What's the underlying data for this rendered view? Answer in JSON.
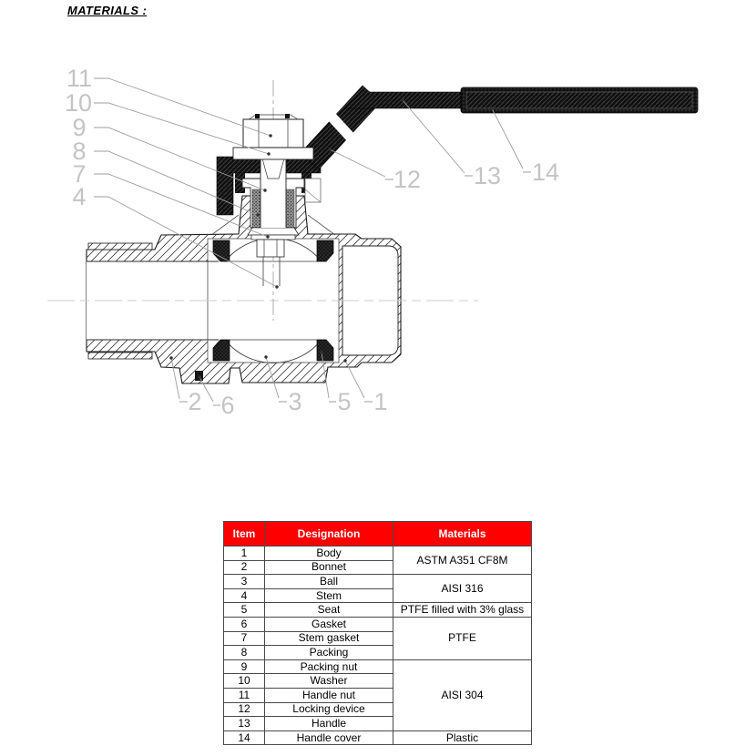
{
  "page": {
    "title": "MATERIALS :"
  },
  "drawing": {
    "callouts": {
      "c1": "1",
      "c2": "2",
      "c3": "3",
      "c4": "4",
      "c5": "5",
      "c6": "6",
      "c7": "7",
      "c8": "8",
      "c9": "9",
      "c10": "10",
      "c11": "11",
      "c12": "12",
      "c13": "13",
      "c14": "14"
    }
  },
  "table": {
    "headers": [
      "Item",
      "Designation",
      "Materials"
    ],
    "rows": [
      {
        "item": "1",
        "designation": "Body"
      },
      {
        "item": "2",
        "designation": "Bonnet"
      },
      {
        "item": "3",
        "designation": "Ball"
      },
      {
        "item": "4",
        "designation": "Stem"
      },
      {
        "item": "5",
        "designation": "Seat"
      },
      {
        "item": "6",
        "designation": "Gasket"
      },
      {
        "item": "7",
        "designation": "Stem gasket"
      },
      {
        "item": "8",
        "designation": "Packing"
      },
      {
        "item": "9",
        "designation": "Packing nut"
      },
      {
        "item": "10",
        "designation": "Washer"
      },
      {
        "item": "11",
        "designation": "Handle nut"
      },
      {
        "item": "12",
        "designation": "Locking device"
      },
      {
        "item": "13",
        "designation": "Handle"
      },
      {
        "item": "14",
        "designation": "Handle cover"
      }
    ],
    "material_groups": [
      {
        "span": 2,
        "material": "ASTM A351 CF8M"
      },
      {
        "span": 2,
        "material": "AISI 316"
      },
      {
        "span": 1,
        "material": "PTFE filled with 3% glass"
      },
      {
        "span": 3,
        "material": "PTFE"
      },
      {
        "span": 5,
        "material": "AISI 304"
      },
      {
        "span": 1,
        "material": "Plastic"
      }
    ],
    "header_bg": "#fe0000"
  }
}
